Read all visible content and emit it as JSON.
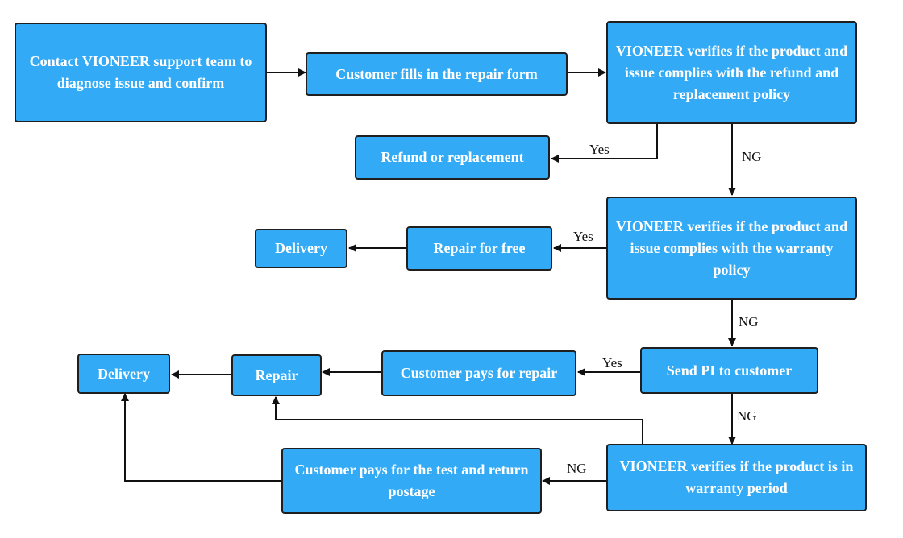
{
  "nodes": {
    "contact_support": "Contact VIONEER support team to diagnose issue and confirm",
    "repair_form": "Customer fills in the repair form",
    "verify_refund_policy": "VIONEER verifies if the product and issue complies with the refund and replacement policy",
    "refund_replacement": "Refund or replacement",
    "verify_warranty_policy": "VIONEER verifies if the product and issue complies with the warranty policy",
    "repair_free": "Repair for free",
    "delivery_1": "Delivery",
    "send_pi": "Send PI to customer",
    "customer_pays_repair": "Customer pays for repair",
    "repair": "Repair",
    "delivery_2": "Delivery",
    "verify_warranty_period": "VIONEER verifies if the product is in warranty period",
    "customer_pays_test": "Customer pays for the test and return postage"
  },
  "edge_labels": {
    "refund_yes": "Yes",
    "refund_ng": "NG",
    "warranty_yes": "Yes",
    "warranty_ng": "NG",
    "pi_yes": "Yes",
    "pi_ng": "NG",
    "period_ng": "NG"
  },
  "colors": {
    "box_fill": "#33aaf5",
    "box_border": "#1f1f1f",
    "box_text": "#ffffff",
    "edge": "#111111"
  }
}
